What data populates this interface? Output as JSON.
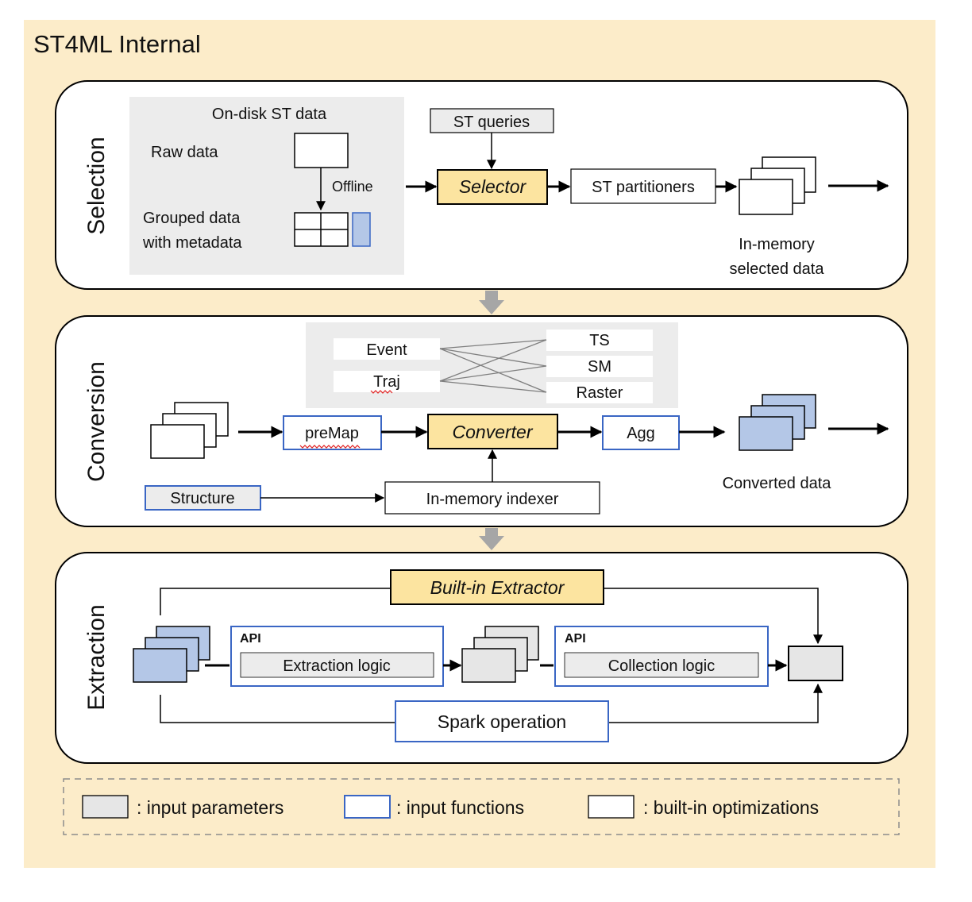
{
  "title": "ST4ML Internal",
  "colors": {
    "background": "#fcecc9",
    "highlight": "#fce4a0",
    "blue_border": "#3a66c4",
    "blue_fill": "#b4c7e7",
    "gray_fill": "#e6e6e6",
    "gray_panel": "#ececec"
  },
  "selection": {
    "stage_label": "Selection",
    "disk_panel_title": "On-disk ST data",
    "raw_data": "Raw data",
    "offline": "Offline",
    "grouped_line1": "Grouped data",
    "grouped_line2": "with metadata",
    "st_queries": "ST queries",
    "selector": "Selector",
    "st_partitioners": "ST partitioners",
    "output_line1": "In-memory",
    "output_line2": "selected data"
  },
  "conversion": {
    "stage_label": "Conversion",
    "event": "Event",
    "traj": "Traj",
    "ts": "TS",
    "sm": "SM",
    "raster": "Raster",
    "premap": "preMap",
    "converter": "Converter",
    "agg": "Agg",
    "structure": "Structure",
    "indexer": "In-memory indexer",
    "output": "Converted data"
  },
  "extraction": {
    "stage_label": "Extraction",
    "builtin_extractor": "Built-in Extractor",
    "api1": "API",
    "extraction_logic": "Extraction logic",
    "api2": "API",
    "collection_logic": "Collection logic",
    "spark_operation": "Spark operation"
  },
  "legend": {
    "input_parameters": ": input parameters",
    "input_functions": ": input functions",
    "builtin_optimizations": ": built-in optimizations"
  }
}
